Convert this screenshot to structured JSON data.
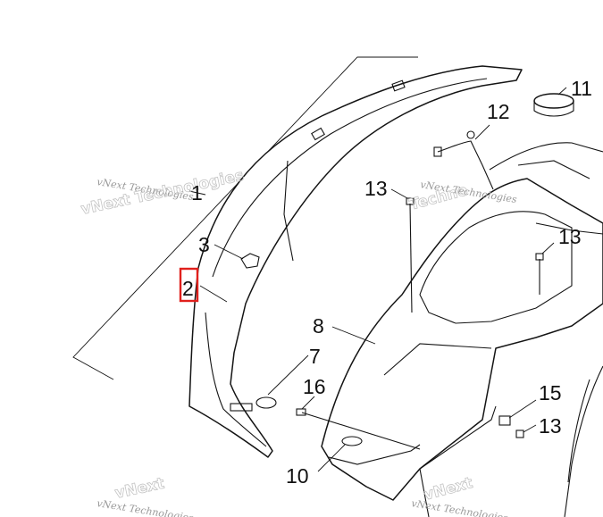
{
  "callouts": [
    {
      "id": "c1",
      "label": "1"
    },
    {
      "id": "c2",
      "label": "2",
      "highlighted": true
    },
    {
      "id": "c3",
      "label": "3"
    },
    {
      "id": "c7",
      "label": "7"
    },
    {
      "id": "c8",
      "label": "8"
    },
    {
      "id": "c10",
      "label": "10"
    },
    {
      "id": "c11",
      "label": "11"
    },
    {
      "id": "c12",
      "label": "12"
    },
    {
      "id": "c13a",
      "label": "13"
    },
    {
      "id": "c13b",
      "label": "13"
    },
    {
      "id": "c13c",
      "label": "13"
    },
    {
      "id": "c15",
      "label": "15"
    },
    {
      "id": "c16",
      "label": "16"
    }
  ],
  "watermark": {
    "text": "vNext Technologies",
    "large": "vNext Technologies",
    "large_short": "vNext",
    "large_partial": "Techno"
  },
  "colors": {
    "highlight": "#e0201c",
    "line": "#141414",
    "watermark": "#9a9a9a"
  }
}
